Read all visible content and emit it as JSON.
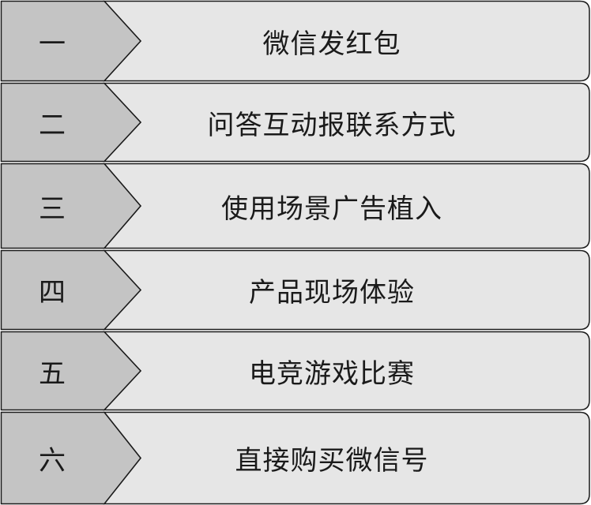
{
  "items": [
    {
      "number": "一",
      "text": "微信发红包"
    },
    {
      "number": "二",
      "text": "问答互动报联系方式"
    },
    {
      "number": "三",
      "text": "使用场景广告植入"
    },
    {
      "number": "四",
      "text": "产品现场体验"
    },
    {
      "number": "五",
      "text": "电竞游戏比赛"
    },
    {
      "number": "六",
      "text": "直接购买微信号"
    }
  ],
  "colors": {
    "number_fill": "#c4c4c4",
    "text_fill": "#e6e6e6",
    "stroke": "#1a1a1a"
  }
}
